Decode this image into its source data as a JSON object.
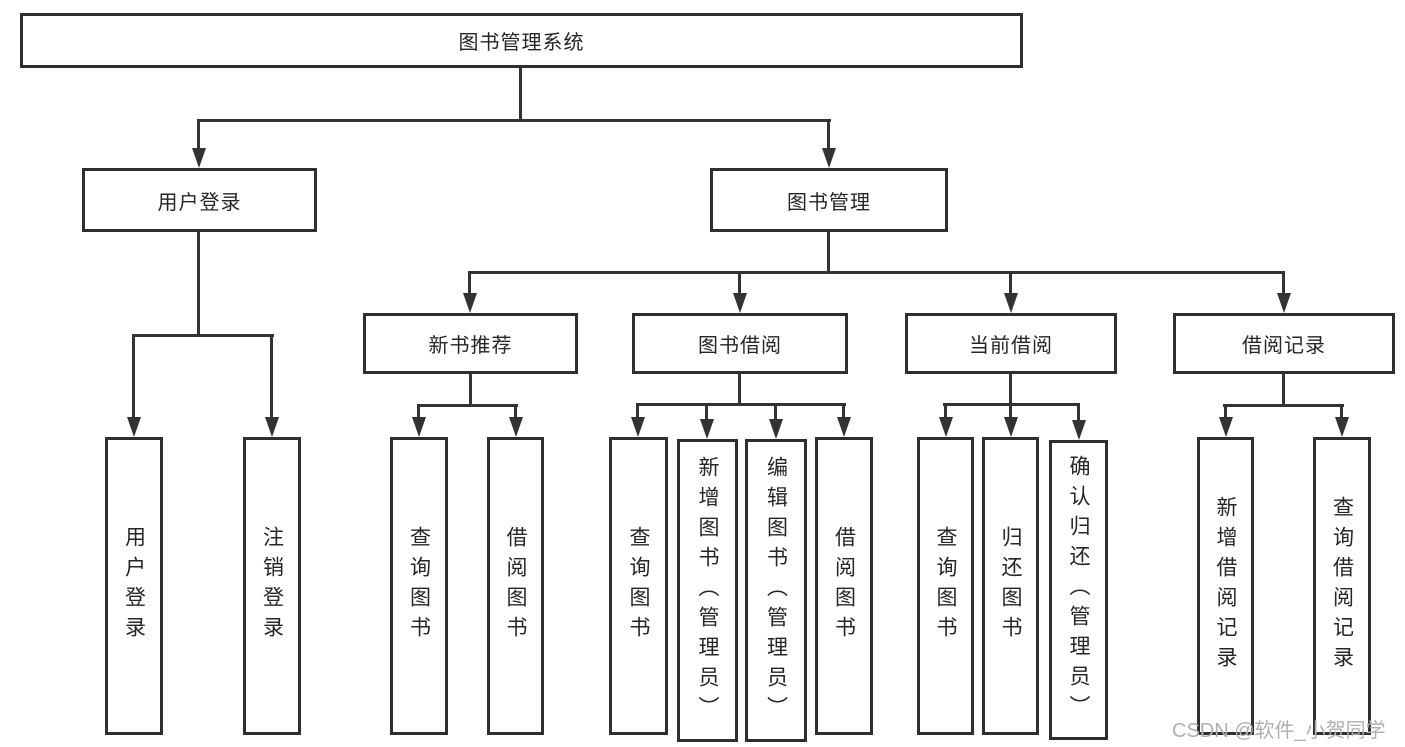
{
  "diagram": {
    "title": "图书管理系统",
    "children": [
      {
        "label": "用户登录",
        "children": [
          {
            "label": "用户登录"
          },
          {
            "label": "注销登录"
          }
        ]
      },
      {
        "label": "图书管理",
        "children": [
          {
            "label": "新书推荐",
            "children": [
              {
                "label": "查询图书"
              },
              {
                "label": "借阅图书"
              }
            ]
          },
          {
            "label": "图书借阅",
            "children": [
              {
                "label": "查询图书"
              },
              {
                "label": "新增图书（管理员）"
              },
              {
                "label": "编辑图书（管理员）"
              },
              {
                "label": "借阅图书"
              }
            ]
          },
          {
            "label": "当前借阅",
            "children": [
              {
                "label": "查询图书"
              },
              {
                "label": "归还图书"
              },
              {
                "label": "确认归还（管理员）"
              }
            ]
          },
          {
            "label": "借阅记录",
            "children": [
              {
                "label": "新增借阅记录"
              },
              {
                "label": "查询借阅记录"
              }
            ]
          }
        ]
      }
    ]
  },
  "watermark": "CSDN @软件_小贺同学",
  "colors": {
    "line": "#333333",
    "box_border": "#2f2f2f",
    "text": "#262626",
    "watermark": "#b0b0b0",
    "background": "#ffffff"
  }
}
